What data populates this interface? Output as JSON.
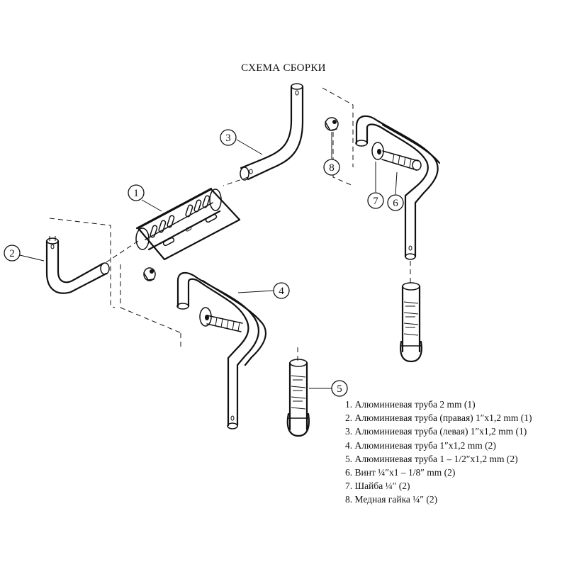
{
  "title": "СХЕМА СБОРКИ",
  "callouts": [
    "1",
    "2",
    "3",
    "4",
    "5",
    "6",
    "7",
    "8"
  ],
  "legend": [
    "1. Алюминиевая труба 2 mm (1)",
    "2. Алюминиевая труба (правая) 1″x1,2 mm (1)",
    "3. Алюминиевая труба (левая) 1″x1,2 mm (1)",
    "4. Алюминиевая труба 1″x1,2 mm (2)",
    "5. Алюминиевая труба 1 – 1/2″x1,2 mm (2)",
    "6. Винт ¼″x1 – 1/8″ mm (2)",
    "7. Шайба ¼″ (2)",
    "8. Медная гайка ¼″ (2)"
  ]
}
